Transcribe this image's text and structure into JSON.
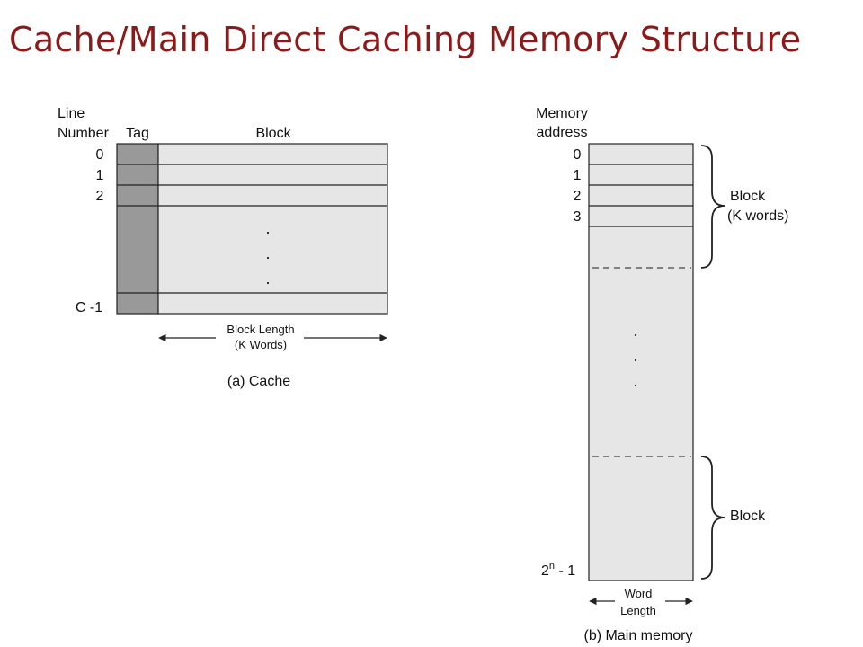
{
  "title": "Cache/Main Direct Caching Memory Structure",
  "cache": {
    "line_label_1": "Line",
    "line_label_2": "Number",
    "tag_header": "Tag",
    "block_header": "Block",
    "line_numbers": [
      "0",
      "1",
      "2"
    ],
    "last_line": "C -1",
    "ellipsis": ".",
    "block_length_1": "Block Length",
    "block_length_2": "(K Words)",
    "caption": "(a) Cache"
  },
  "memory": {
    "address_label_1": "Memory",
    "address_label_2": "address",
    "addresses": [
      "0",
      "1",
      "2",
      "3"
    ],
    "last_address_base": "2",
    "last_address_exp": "n",
    "last_address_suffix": " - 1",
    "ellipsis": ".",
    "block_label_1": "Block",
    "block_label_2": "(K words)",
    "block_label_bottom": "Block",
    "word_length_1": "Word",
    "word_length_2": "Length",
    "caption": "(b) Main memory"
  },
  "colors": {
    "title": "#8b1a1a",
    "tag_fill": "#999999",
    "cell_fill": "#e6e6e6",
    "line": "#222222"
  }
}
